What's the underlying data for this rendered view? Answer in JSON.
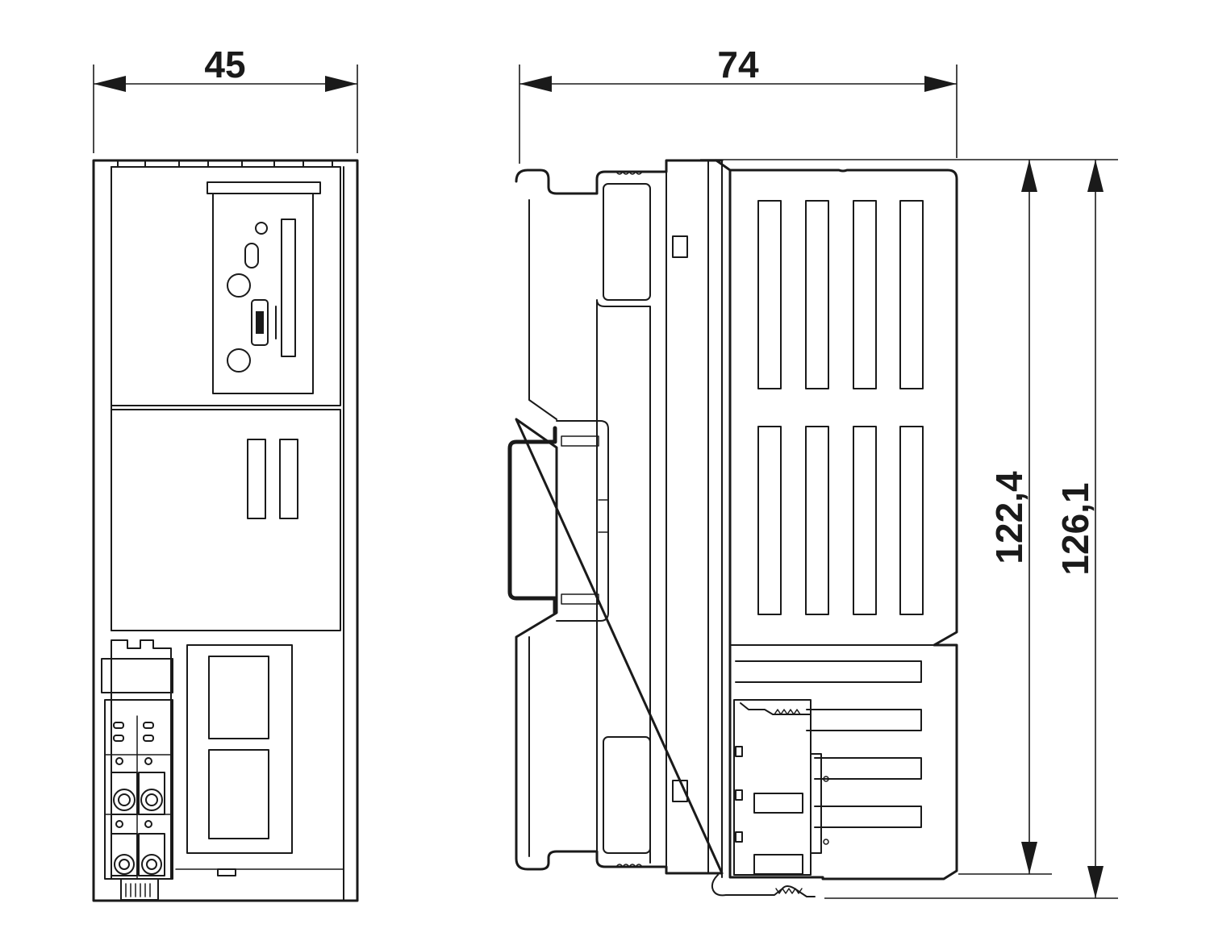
{
  "dimensions": {
    "front_width": "45",
    "side_depth": "74",
    "height_inner": "122,4",
    "height_outer": "126,1"
  }
}
